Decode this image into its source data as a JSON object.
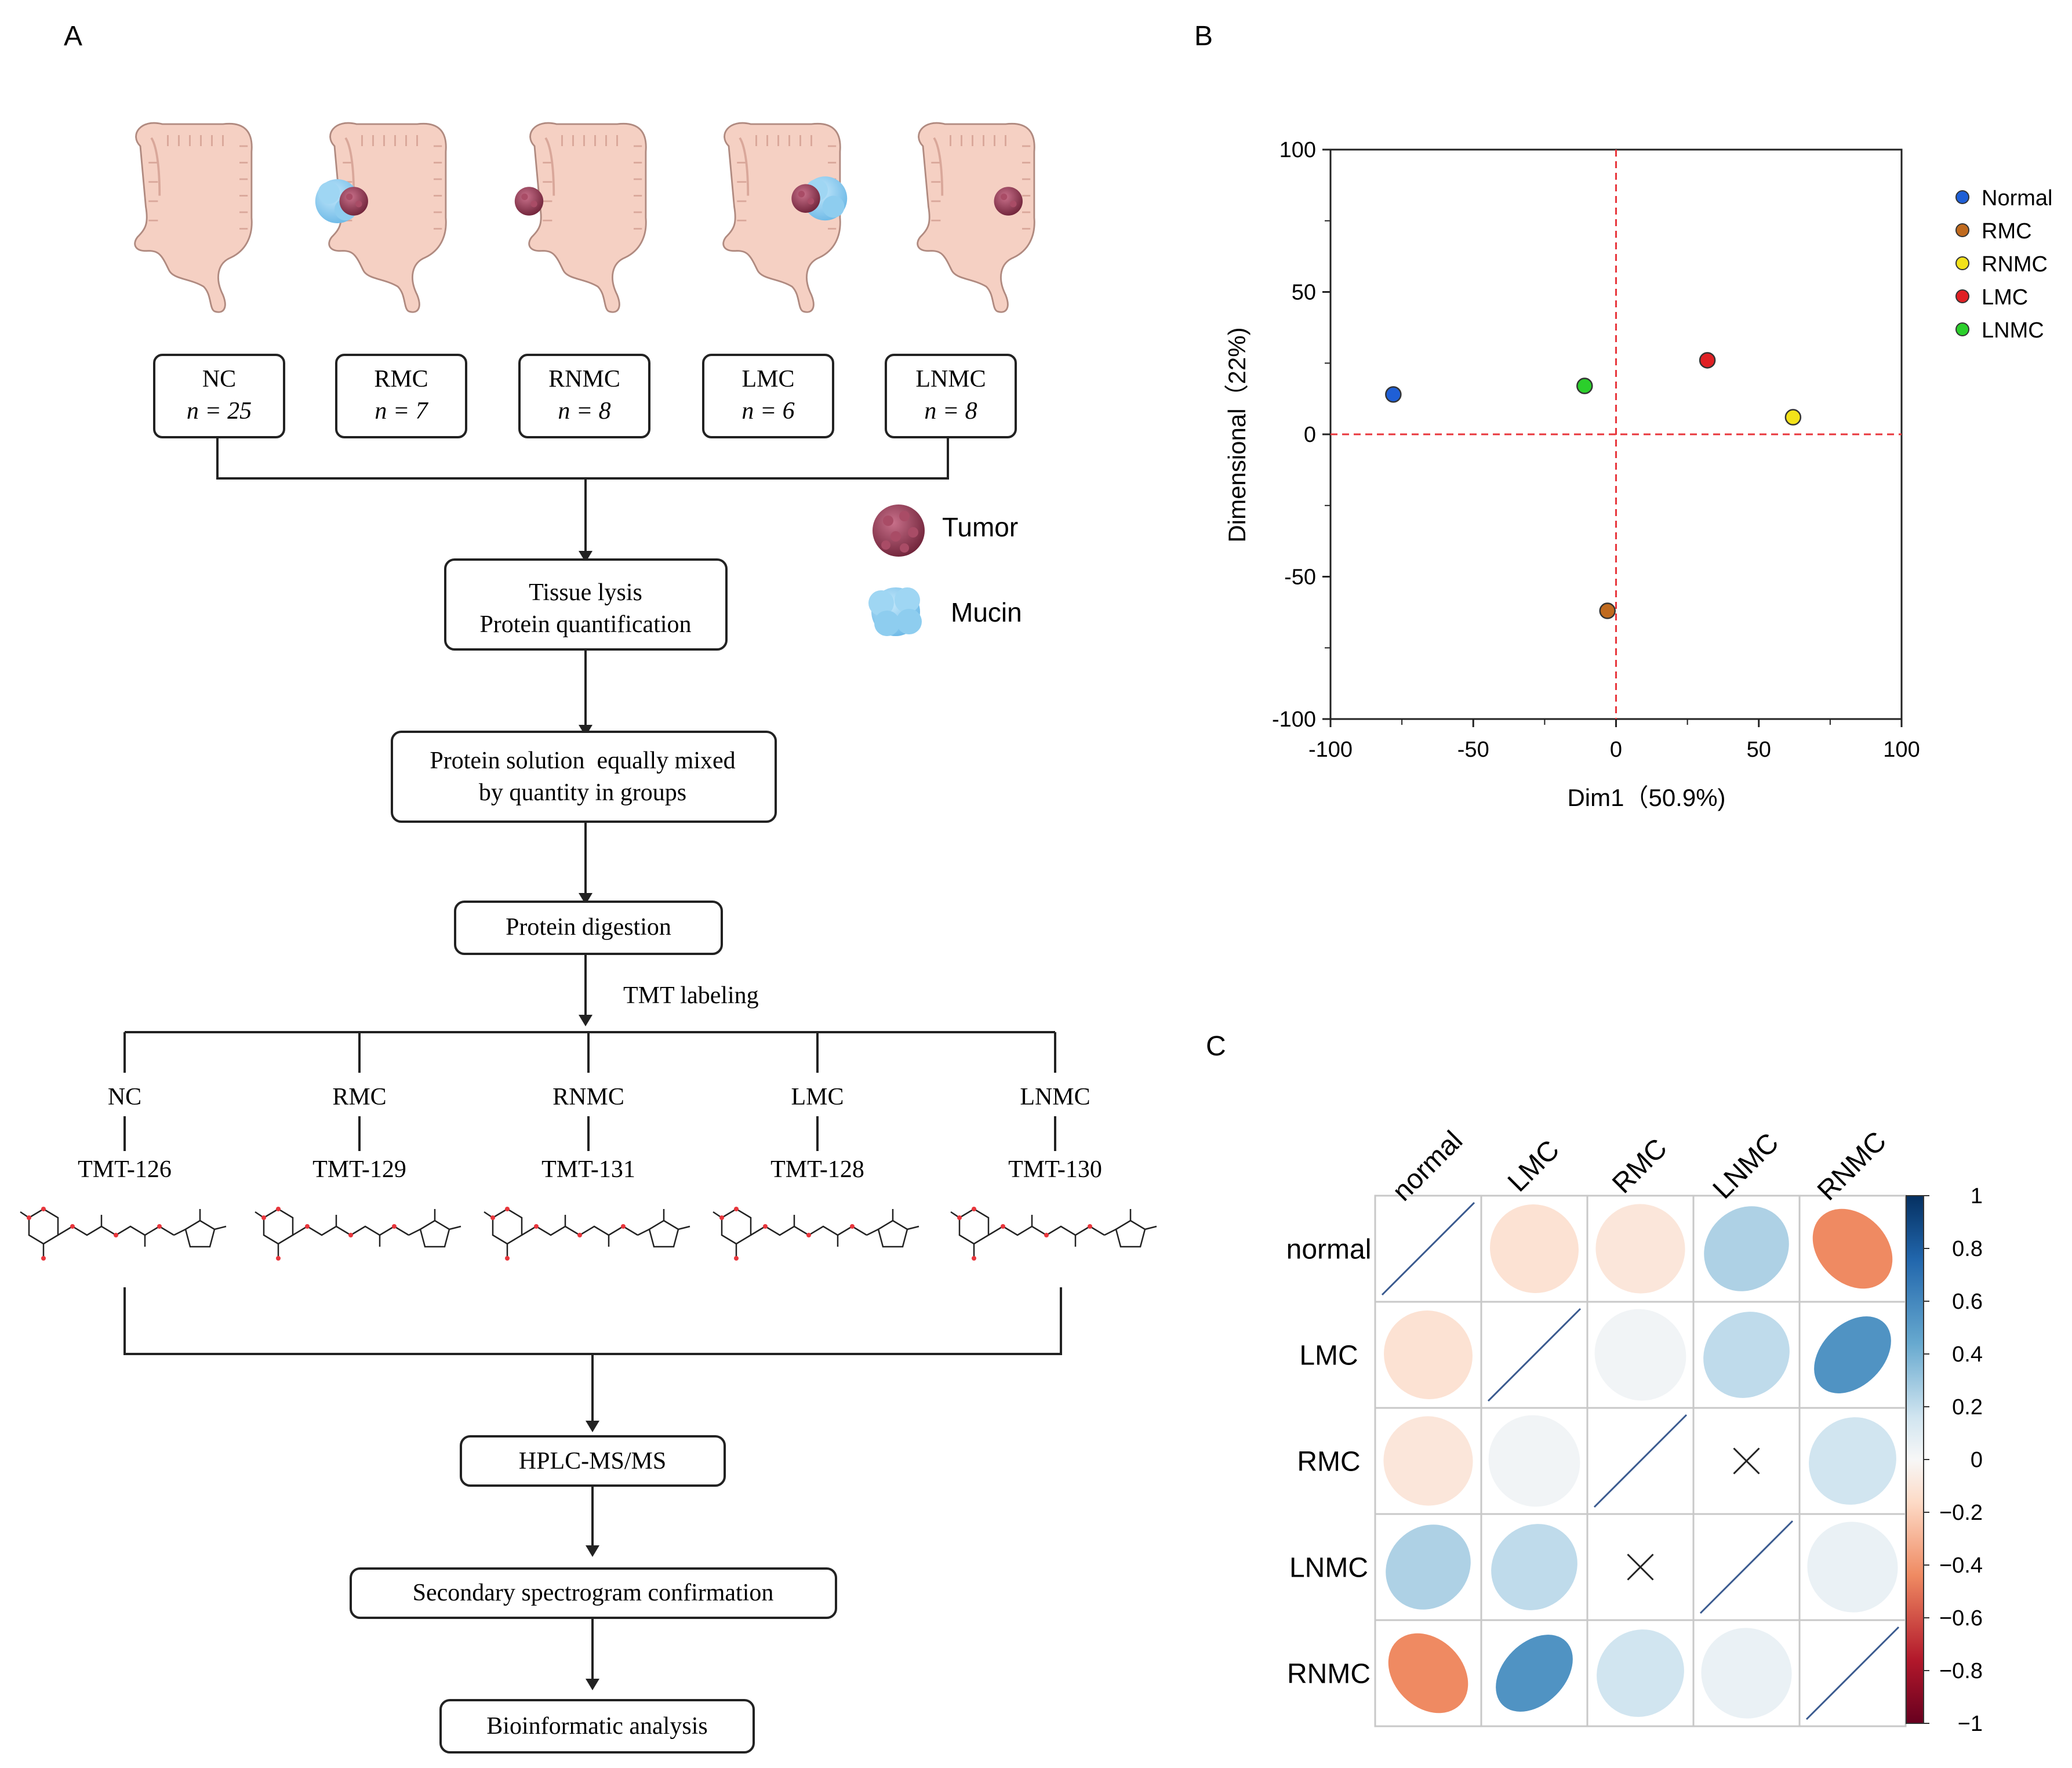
{
  "panel_labels": {
    "a": "A",
    "b": "B",
    "c": "C"
  },
  "groups": [
    {
      "name": "NC",
      "n": "n = 25",
      "tmt": "TMT-126",
      "tumor": false,
      "mucin": false
    },
    {
      "name": "RMC",
      "n": "n = 7",
      "tmt": "TMT-129",
      "tumor": true,
      "mucin": true
    },
    {
      "name": "RNMC",
      "n": "n = 8",
      "tmt": "TMT-131",
      "tumor": true,
      "mucin": false
    },
    {
      "name": "LMC",
      "n": "n = 6",
      "tmt": "TMT-128",
      "tumor": true,
      "mucin": true
    },
    {
      "name": "LNMC",
      "n": "n = 8",
      "tmt": "TMT-130",
      "tumor": true,
      "mucin": false
    }
  ],
  "legend_a": {
    "tumor": "Tumor",
    "mucin": "Mucin"
  },
  "steps": {
    "lysis": [
      "Tissue lysis",
      "Protein quantification"
    ],
    "mix": [
      "Protein solution  equally mixed",
      "by quantity in groups"
    ],
    "digestion": "Protein digestion",
    "tmt_labeling": "TMT labeling",
    "hplc": "HPLC-MS/MS",
    "secondary": "Secondary spectrogram confirmation",
    "bioinfo": "Bioinformatic analysis"
  },
  "colors": {
    "box_border": "#222222",
    "colon_fill": "#f5d0c3",
    "colon_stroke": "#b08a80",
    "tumor": "#8a3a50",
    "mucin": "#8ecdef",
    "dashed": "#e8363c",
    "neg": "#b2182b",
    "pos": "#2166ac",
    "cell_border": "#c8c8c8"
  },
  "chart_data": [
    {
      "type": "scatter",
      "title": "",
      "xlabel": "Dim1（50.9%)",
      "ylabel": "Dimensional（22%)",
      "xlim": [
        -100,
        100
      ],
      "ylim": [
        -100,
        100
      ],
      "xticks": [
        -100,
        -50,
        0,
        50,
        100
      ],
      "yticks": [
        100,
        50,
        0,
        -50,
        -100
      ],
      "grid": false,
      "legend_position": "right",
      "reference_lines": {
        "x": 0,
        "y": 0,
        "style": "dashed"
      },
      "series": [
        {
          "name": "Normal",
          "color": "#1f5fd6",
          "x": [
            -78
          ],
          "y": [
            14
          ]
        },
        {
          "name": "RMC",
          "color": "#c06a1e",
          "x": [
            -3
          ],
          "y": [
            -62
          ]
        },
        {
          "name": "RNMC",
          "color": "#f3e21a",
          "x": [
            62
          ],
          "y": [
            6
          ]
        },
        {
          "name": "LMC",
          "color": "#e02024",
          "x": [
            32
          ],
          "y": [
            26
          ]
        },
        {
          "name": "LNMC",
          "color": "#2bcf2b",
          "x": [
            -11
          ],
          "y": [
            17
          ]
        }
      ]
    },
    {
      "type": "heatmap",
      "title": "",
      "rows": [
        "normal",
        "LMC",
        "RMC",
        "LNMC",
        "RNMC"
      ],
      "columns": [
        "normal",
        "LMC",
        "RMC",
        "LNMC",
        "RNMC"
      ],
      "values": [
        [
          1,
          -0.15,
          -0.12,
          0.3,
          -0.5
        ],
        [
          -0.15,
          1,
          0.03,
          0.25,
          0.6
        ],
        [
          -0.12,
          0.03,
          1,
          null,
          0.2
        ],
        [
          0.3,
          0.25,
          null,
          1,
          0.07
        ],
        [
          -0.5,
          0.6,
          0.2,
          0.07,
          1
        ]
      ],
      "insignificant_marker": "×",
      "colorbar_ticks": [
        "1",
        "0.8",
        "0.6",
        "0.4",
        "0.2",
        "0",
        "−0.2",
        "−0.4",
        "−0.6",
        "−0.8",
        "−1"
      ],
      "colorbar_range": [
        -1,
        1
      ]
    }
  ]
}
